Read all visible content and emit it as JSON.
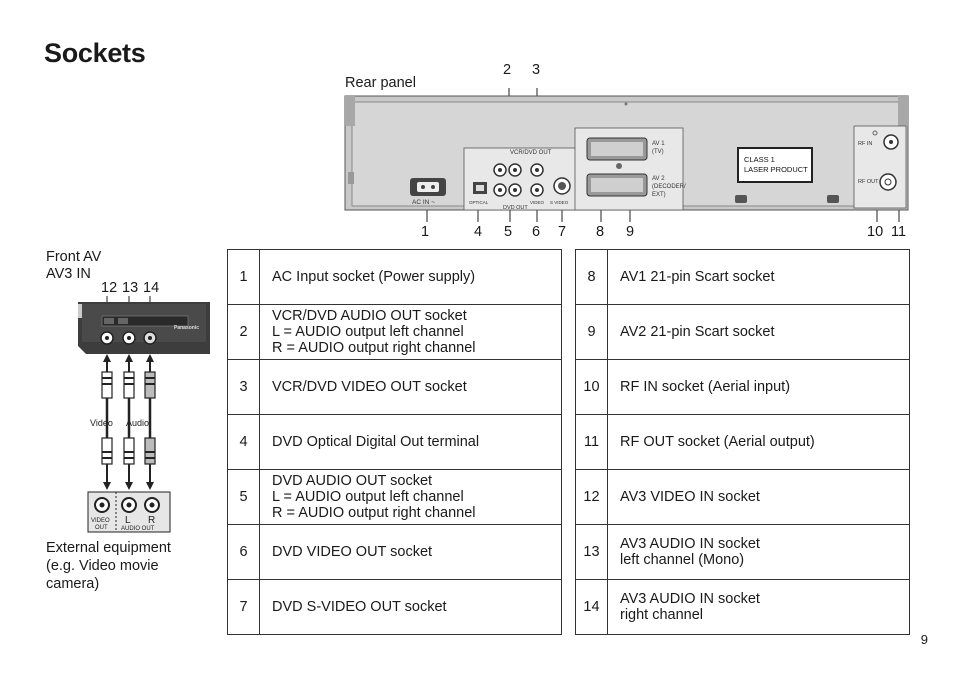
{
  "title": "Sockets",
  "page_number": "9",
  "rear_panel": {
    "label": "Rear panel",
    "top_numbers": [
      "2",
      "3"
    ],
    "bottom_numbers": [
      "1",
      "4",
      "5",
      "6",
      "7",
      "8",
      "9",
      "10",
      "11"
    ],
    "text": {
      "ac_in": "AC IN ~",
      "vcr_dvd_out": "VCR/DVD OUT",
      "dvd_out": "DVD OUT",
      "optical": "OPTICAL",
      "video": "VIDEO",
      "s_video": "S VIDEO",
      "av1": "AV 1",
      "av1_sub": "(TV)",
      "av2": "AV 2",
      "av2_sub": "(DECODER/",
      "av2_sub2": "EXT)",
      "class1": "CLASS 1",
      "laser": "LASER PRODUCT",
      "rf_in": "RF IN",
      "rf_out": "RF OUT"
    }
  },
  "front": {
    "heading_line1": "Front AV",
    "heading_line2": "AV3 IN",
    "numbers": [
      "12",
      "13",
      "14"
    ],
    "brand": "Panasonic",
    "video_label": "Video",
    "audio_label": "Audio",
    "ext_video": "VIDEO",
    "ext_out": "OUT",
    "ext_l": "L",
    "ext_r": "R",
    "ext_audio_out": "AUDIO OUT",
    "caption_line1": "External equipment",
    "caption_line2": "(e.g. Video movie",
    "caption_line3": "camera)"
  },
  "table_left": [
    {
      "num": "1",
      "lines": [
        "AC Input socket (Power supply)"
      ]
    },
    {
      "num": "2",
      "lines": [
        "VCR/DVD AUDIO OUT socket",
        "L =  AUDIO output left channel",
        "R =  AUDIO output right channel"
      ]
    },
    {
      "num": "3",
      "lines": [
        "VCR/DVD VIDEO OUT socket"
      ]
    },
    {
      "num": "4",
      "lines": [
        "DVD Optical Digital Out terminal"
      ]
    },
    {
      "num": "5",
      "lines": [
        "DVD AUDIO OUT socket",
        "L =  AUDIO output left channel",
        "R =  AUDIO output right channel"
      ]
    },
    {
      "num": "6",
      "lines": [
        "DVD VIDEO OUT socket"
      ]
    },
    {
      "num": "7",
      "lines": [
        "DVD S-VIDEO OUT socket"
      ]
    }
  ],
  "table_right": [
    {
      "num": "8",
      "lines": [
        "AV1 21-pin Scart socket"
      ]
    },
    {
      "num": "9",
      "lines": [
        "AV2 21-pin Scart socket"
      ]
    },
    {
      "num": "10",
      "lines": [
        "RF IN socket (Aerial input)"
      ]
    },
    {
      "num": "11",
      "lines": [
        "RF OUT socket (Aerial output)"
      ]
    },
    {
      "num": "12",
      "lines": [
        "AV3 VIDEO IN socket"
      ]
    },
    {
      "num": "13",
      "lines": [
        "AV3 AUDIO IN socket",
        "left channel (Mono)"
      ]
    },
    {
      "num": "14",
      "lines": [
        "AV3 AUDIO IN socket",
        "right channel"
      ]
    }
  ]
}
